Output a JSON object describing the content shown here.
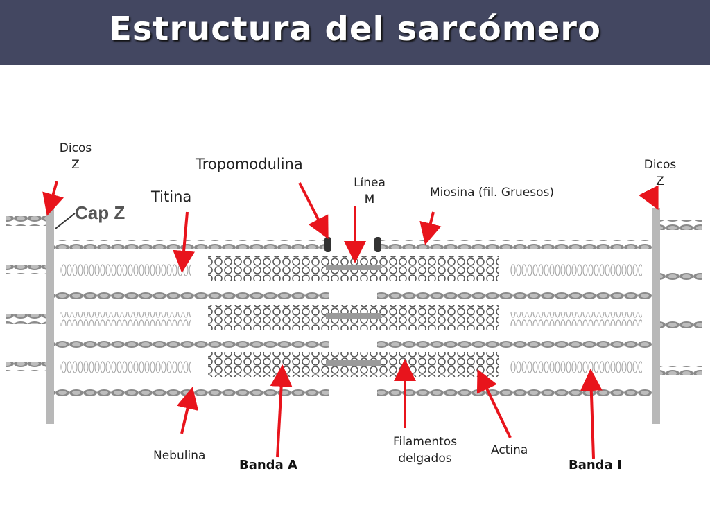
{
  "title": "Estructura del sarcómero",
  "labels": {
    "dicos_z_left": [
      "Dicos",
      "Z"
    ],
    "dicos_z_right": [
      "Dicos",
      "Z"
    ],
    "cap_z": "Cap Z",
    "tropomodulina": "Tropomodulina",
    "titina": "Titina",
    "linea_m": [
      "Línea",
      "M"
    ],
    "miosina": "Miosina (fil. Gruesos)",
    "nebulina": "Nebulina",
    "banda_a": "Banda A",
    "filamentos_delgados": [
      "Filamentos",
      "delgados"
    ],
    "actina": "Actina",
    "banda_i": "Banda I"
  },
  "colors": {
    "title_bar": "#434761",
    "arrow": "#e8141c",
    "filament": "#777777"
  }
}
